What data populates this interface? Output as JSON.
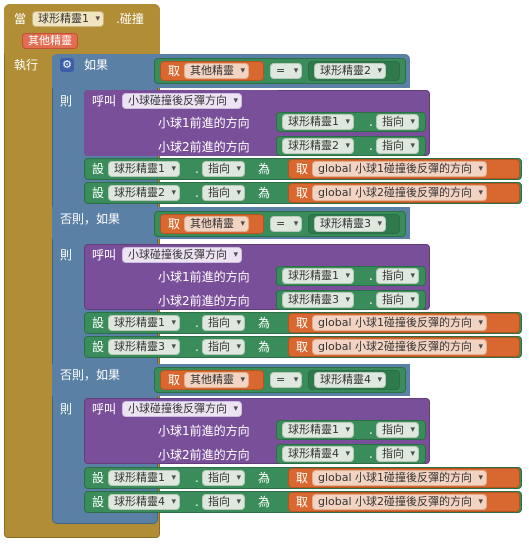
{
  "event": {
    "when": "當",
    "component": "球形精靈1",
    "event_name": ".碰撞",
    "param": "其他精靈",
    "do_label": "執行"
  },
  "if_block": {
    "if_label": "如果",
    "then_label": "則",
    "else_if_label": "否則，如果"
  },
  "labels": {
    "get": "取",
    "eq": "=",
    "call": "呼叫",
    "procedure": "小球碰撞後反彈方向",
    "arg1": "小球1前進的方向",
    "arg2": "小球2前進的方向",
    "set": "設",
    "to": "為",
    "dot": ".",
    "heading": "指向",
    "other_sprite": "其他精靈",
    "global1": "global 小球1碰撞後反彈的方向",
    "global2": "global 小球2碰撞後反彈的方向"
  },
  "branches": [
    {
      "compare": "球形精靈2",
      "arg1_sprite": "球形精靈1",
      "arg2_sprite": "球形精靈2",
      "set1_sprite": "球形精靈1",
      "set2_sprite": "球形精靈2"
    },
    {
      "compare": "球形精靈3",
      "arg1_sprite": "球形精靈1",
      "arg2_sprite": "球形精靈3",
      "set1_sprite": "球形精靈1",
      "set2_sprite": "球形精靈3"
    },
    {
      "compare": "球形精靈4",
      "arg1_sprite": "球形精靈1",
      "arg2_sprite": "球形精靈4",
      "set1_sprite": "球形精靈1",
      "set2_sprite": "球形精靈4"
    }
  ]
}
